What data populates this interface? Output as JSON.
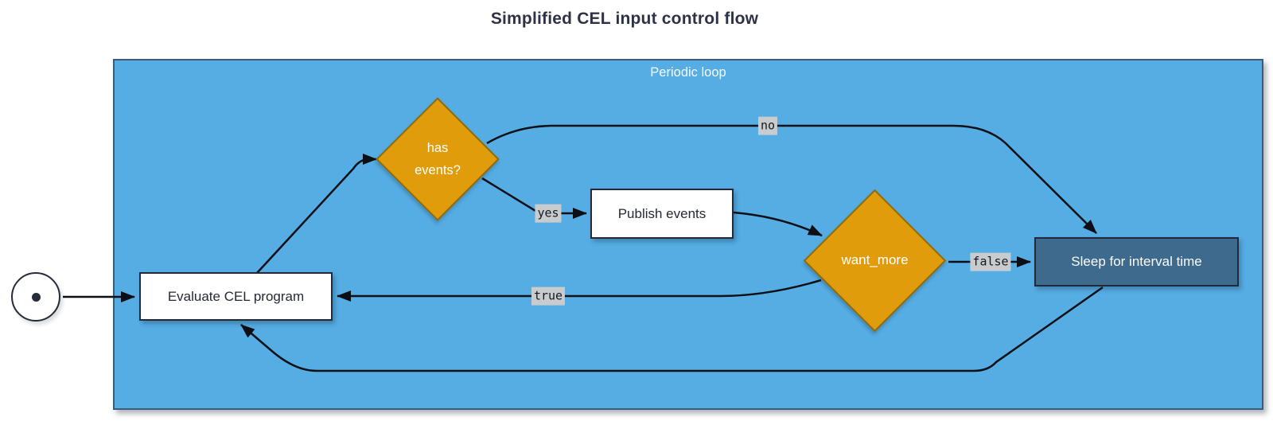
{
  "title": "Simplified CEL input control flow",
  "container": {
    "label": "Periodic loop"
  },
  "nodes": {
    "start": {
      "type": "start-circle"
    },
    "evaluate": {
      "label": "Evaluate CEL program",
      "type": "process"
    },
    "has_events": {
      "label": "has events?",
      "type": "decision"
    },
    "publish": {
      "label": "Publish events",
      "type": "process"
    },
    "want_more": {
      "label": "want_more",
      "type": "decision"
    },
    "sleep": {
      "label": "Sleep for interval time",
      "type": "process"
    }
  },
  "edge_labels": {
    "yes": "yes",
    "no": "no",
    "true": "true",
    "false": "false"
  },
  "edges": [
    {
      "from": "start",
      "to": "evaluate",
      "label": ""
    },
    {
      "from": "evaluate",
      "to": "has_events",
      "label": ""
    },
    {
      "from": "has_events",
      "to": "sleep",
      "label": "no"
    },
    {
      "from": "has_events",
      "to": "publish",
      "label": "yes"
    },
    {
      "from": "publish",
      "to": "want_more",
      "label": ""
    },
    {
      "from": "want_more",
      "to": "sleep",
      "label": "false"
    },
    {
      "from": "want_more",
      "to": "evaluate",
      "label": "true"
    },
    {
      "from": "sleep",
      "to": "evaluate",
      "label": ""
    }
  ],
  "colors": {
    "container_fill": "#55ADE3",
    "container_border": "#3C5A7A",
    "process_fill": "#FFFFFF",
    "process_border": "#242936",
    "decision_fill": "#E09C0A",
    "decision_border": "#8A6D10",
    "sleep_fill": "#3D6A8D",
    "edge_stroke": "#0C0F15",
    "edge_label_bg": "#C9CCCF",
    "title_text": "#2E3247"
  }
}
